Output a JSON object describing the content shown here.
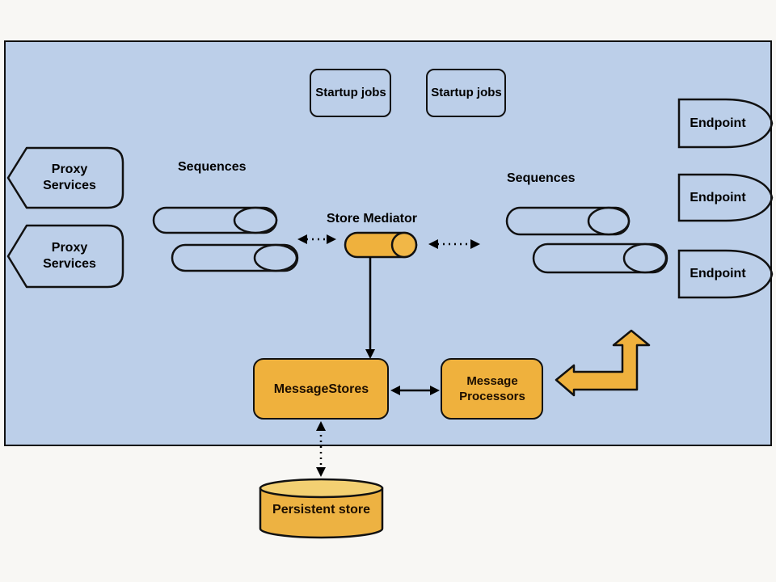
{
  "colors": {
    "page_bg": "#f8f7f4",
    "container_fill": "#bccfe9",
    "outline": "#111111",
    "node_orange": "#efb13d",
    "cylinder_top": "#f3d072",
    "orange_label_text": "#1c0e00"
  },
  "labels": {
    "startup_job_1": "Startup jobs",
    "startup_job_2": "Startup jobs",
    "endpoint_1": "Endpoint",
    "endpoint_2": "Endpoint",
    "endpoint_3": "Endpoint",
    "proxy_service_1": "Proxy Services",
    "proxy_service_2": "Proxy Services",
    "sequences_left": "Sequences",
    "sequences_right": "Sequences",
    "store_mediator": "Store Mediator",
    "message_stores": "MessageStores",
    "message_processors": "Message Processors",
    "persistent_store": "Persistent store"
  }
}
